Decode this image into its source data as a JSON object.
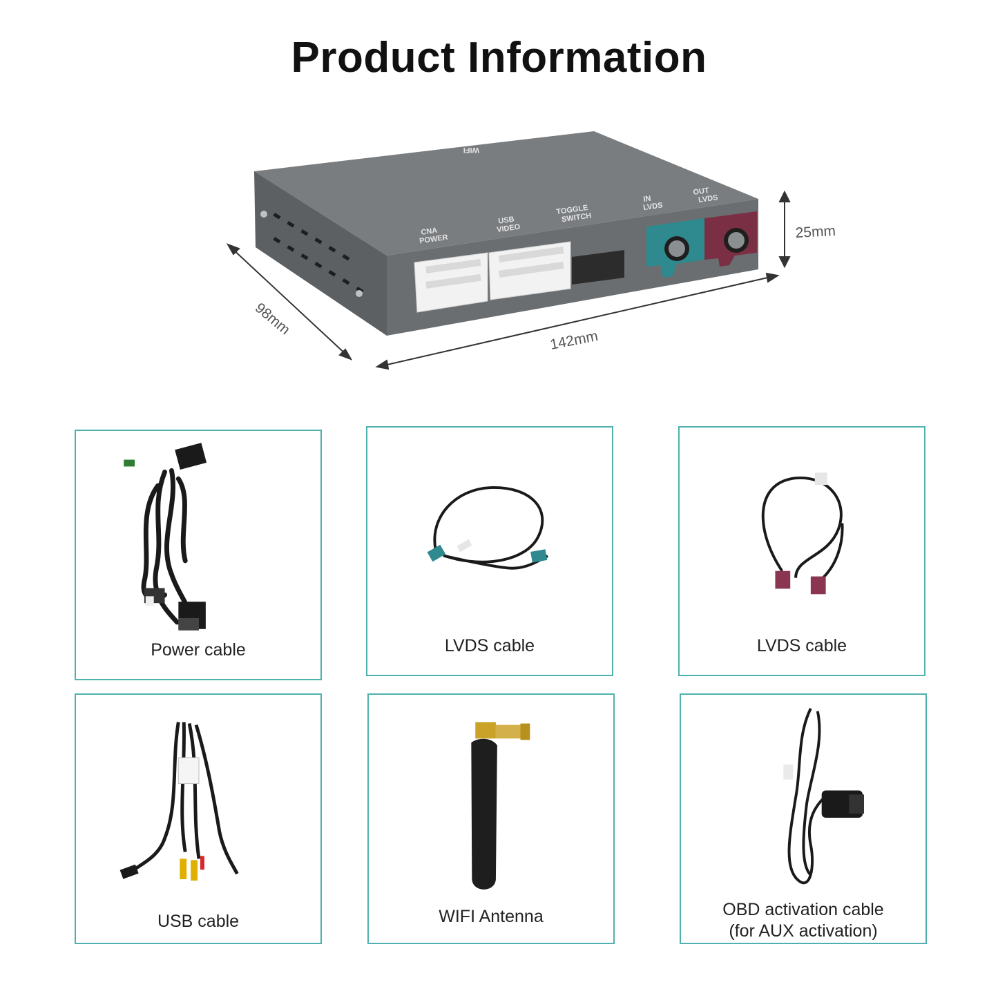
{
  "page": {
    "title": "Product Information"
  },
  "device": {
    "dimensions": {
      "depth": "98mm",
      "width": "142mm",
      "height": "25mm"
    },
    "port_labels": {
      "wifi": "WIFI",
      "can_power": "CNA\nPOWER",
      "usb_video": "USB\nVIDEO",
      "toggle_switch": "TOGGLE\nSWITCH",
      "in_lvds": "IN\nLVDS",
      "out_lvds": "OUT\nLVDS"
    },
    "colors": {
      "body": "#6e7173",
      "lvds_in": "#2f8a8f",
      "lvds_out": "#7b2f45"
    }
  },
  "accessories": [
    {
      "label": "Power cable"
    },
    {
      "label": "LVDS cable"
    },
    {
      "label": "LVDS cable"
    },
    {
      "label": "USB cable"
    },
    {
      "label": "WIFI Antenna"
    },
    {
      "label": "OBD activation cable",
      "sublabel": "(for AUX activation)"
    }
  ],
  "colors": {
    "card_border": "#4fb1ae",
    "connector_teal": "#2f8a8f",
    "connector_wine": "#8a3650"
  }
}
